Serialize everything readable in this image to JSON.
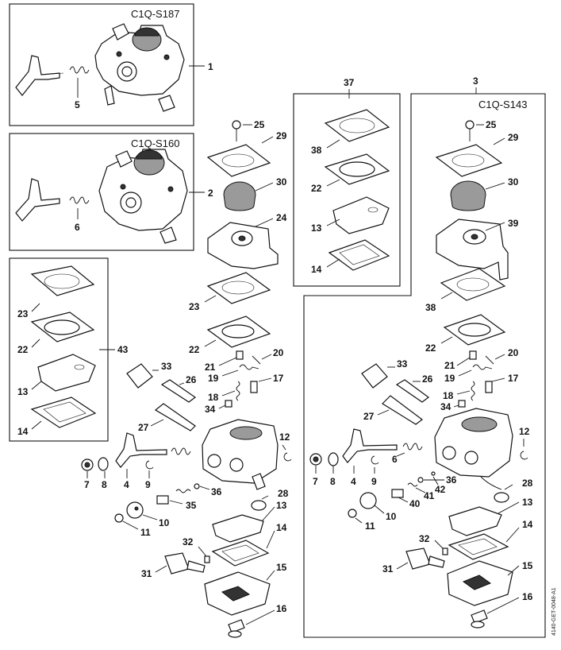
{
  "boxes": {
    "c1q_s187": {
      "code": "C1Q-S187",
      "label": "1",
      "lever_label": "5"
    },
    "c1q_s160": {
      "code": "C1Q-S160",
      "label": "2",
      "lever_label": "6"
    },
    "kit_43": {
      "label": "43",
      "items": [
        "23",
        "22",
        "13",
        "14"
      ]
    },
    "kit_37": {
      "label": "37",
      "items": [
        "38",
        "22",
        "13",
        "14"
      ]
    },
    "c1q_s143": {
      "code": "C1Q-S143",
      "label": "3"
    }
  },
  "middle_column": {
    "labels": [
      "25",
      "29",
      "30",
      "24",
      "23",
      "22",
      "21",
      "20",
      "19",
      "17",
      "18",
      "34",
      "33",
      "26",
      "27",
      "12",
      "4",
      "7",
      "8",
      "9",
      "28",
      "36",
      "35",
      "13",
      "10",
      "11",
      "14",
      "32",
      "31",
      "15",
      "16"
    ]
  },
  "right_column": {
    "labels": [
      "25",
      "29",
      "30",
      "39",
      "38",
      "22",
      "21",
      "20",
      "19",
      "17",
      "18",
      "34",
      "33",
      "26",
      "27",
      "12",
      "6",
      "7",
      "8",
      "4",
      "9",
      "42",
      "36",
      "40",
      "41",
      "28",
      "13",
      "10",
      "11",
      "14",
      "32",
      "31",
      "15",
      "16"
    ]
  },
  "reference_code": "4140-GET-0048-A1"
}
